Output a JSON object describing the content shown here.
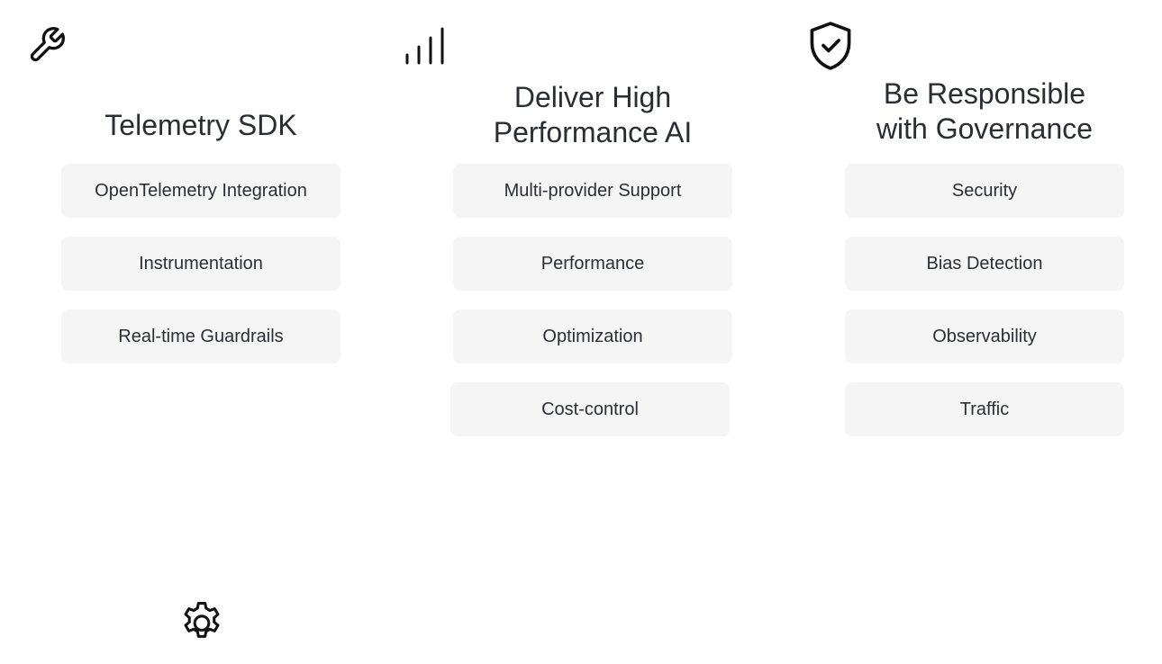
{
  "icons": {
    "wrench": "wrench-icon",
    "signal": "signal-bars-icon",
    "shield": "shield-check-icon",
    "gear": "gear-icon"
  },
  "columns": [
    {
      "title_lines": [
        "Telemetry SDK"
      ],
      "items": [
        "OpenTelemetry Integration",
        "Instrumentation",
        "Real-time Guardrails"
      ]
    },
    {
      "title_lines": [
        "Deliver High",
        "Performance AI"
      ],
      "items": [
        "Multi-provider Support",
        "Performance",
        "Optimization",
        "Cost-control"
      ]
    },
    {
      "title_lines": [
        "Be Responsible",
        "with Governance"
      ],
      "items": [
        "Security",
        "Bias Detection",
        "Observability",
        "Traffic"
      ]
    }
  ],
  "colors": {
    "pill_bg": "#f5f5f5",
    "text": "#2a2d31",
    "icon_stroke": "#111111"
  }
}
